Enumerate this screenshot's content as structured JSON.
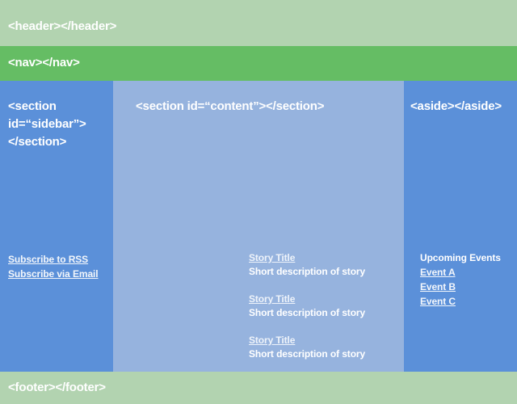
{
  "layout": {
    "header": {
      "label": "<header></header>",
      "background": "#b2d3b0"
    },
    "nav": {
      "label": "<nav></nav>",
      "background": "#65bd64"
    },
    "sidebar": {
      "label": "<section id=“sidebar”>\n</section>",
      "background": "#5b90d9",
      "links": [
        {
          "label": "Subscribe to RSS"
        },
        {
          "label": "Subscribe via Email"
        }
      ]
    },
    "content": {
      "label": "<section id=“content”></section>",
      "background": "#96b3de",
      "stories": [
        {
          "title": "Story Title",
          "description": "Short description of story"
        },
        {
          "title": "Story Title",
          "description": "Short description of story"
        },
        {
          "title": "Story Title",
          "description": "Short description of story"
        }
      ]
    },
    "aside": {
      "label": "<aside></aside>",
      "background": "#5b90d9",
      "events_heading": "Upcoming Events",
      "events": [
        {
          "label": "Event A"
        },
        {
          "label": "Event B"
        },
        {
          "label": "Event C"
        }
      ]
    },
    "footer": {
      "label": "<footer></footer>",
      "background": "#b2d3b0"
    }
  },
  "colors": {
    "header_green": "#b2d3b0",
    "nav_green": "#65bd64",
    "side_blue": "#5b90d9",
    "content_blue": "#96b3de",
    "text_white": "#ffffff"
  }
}
